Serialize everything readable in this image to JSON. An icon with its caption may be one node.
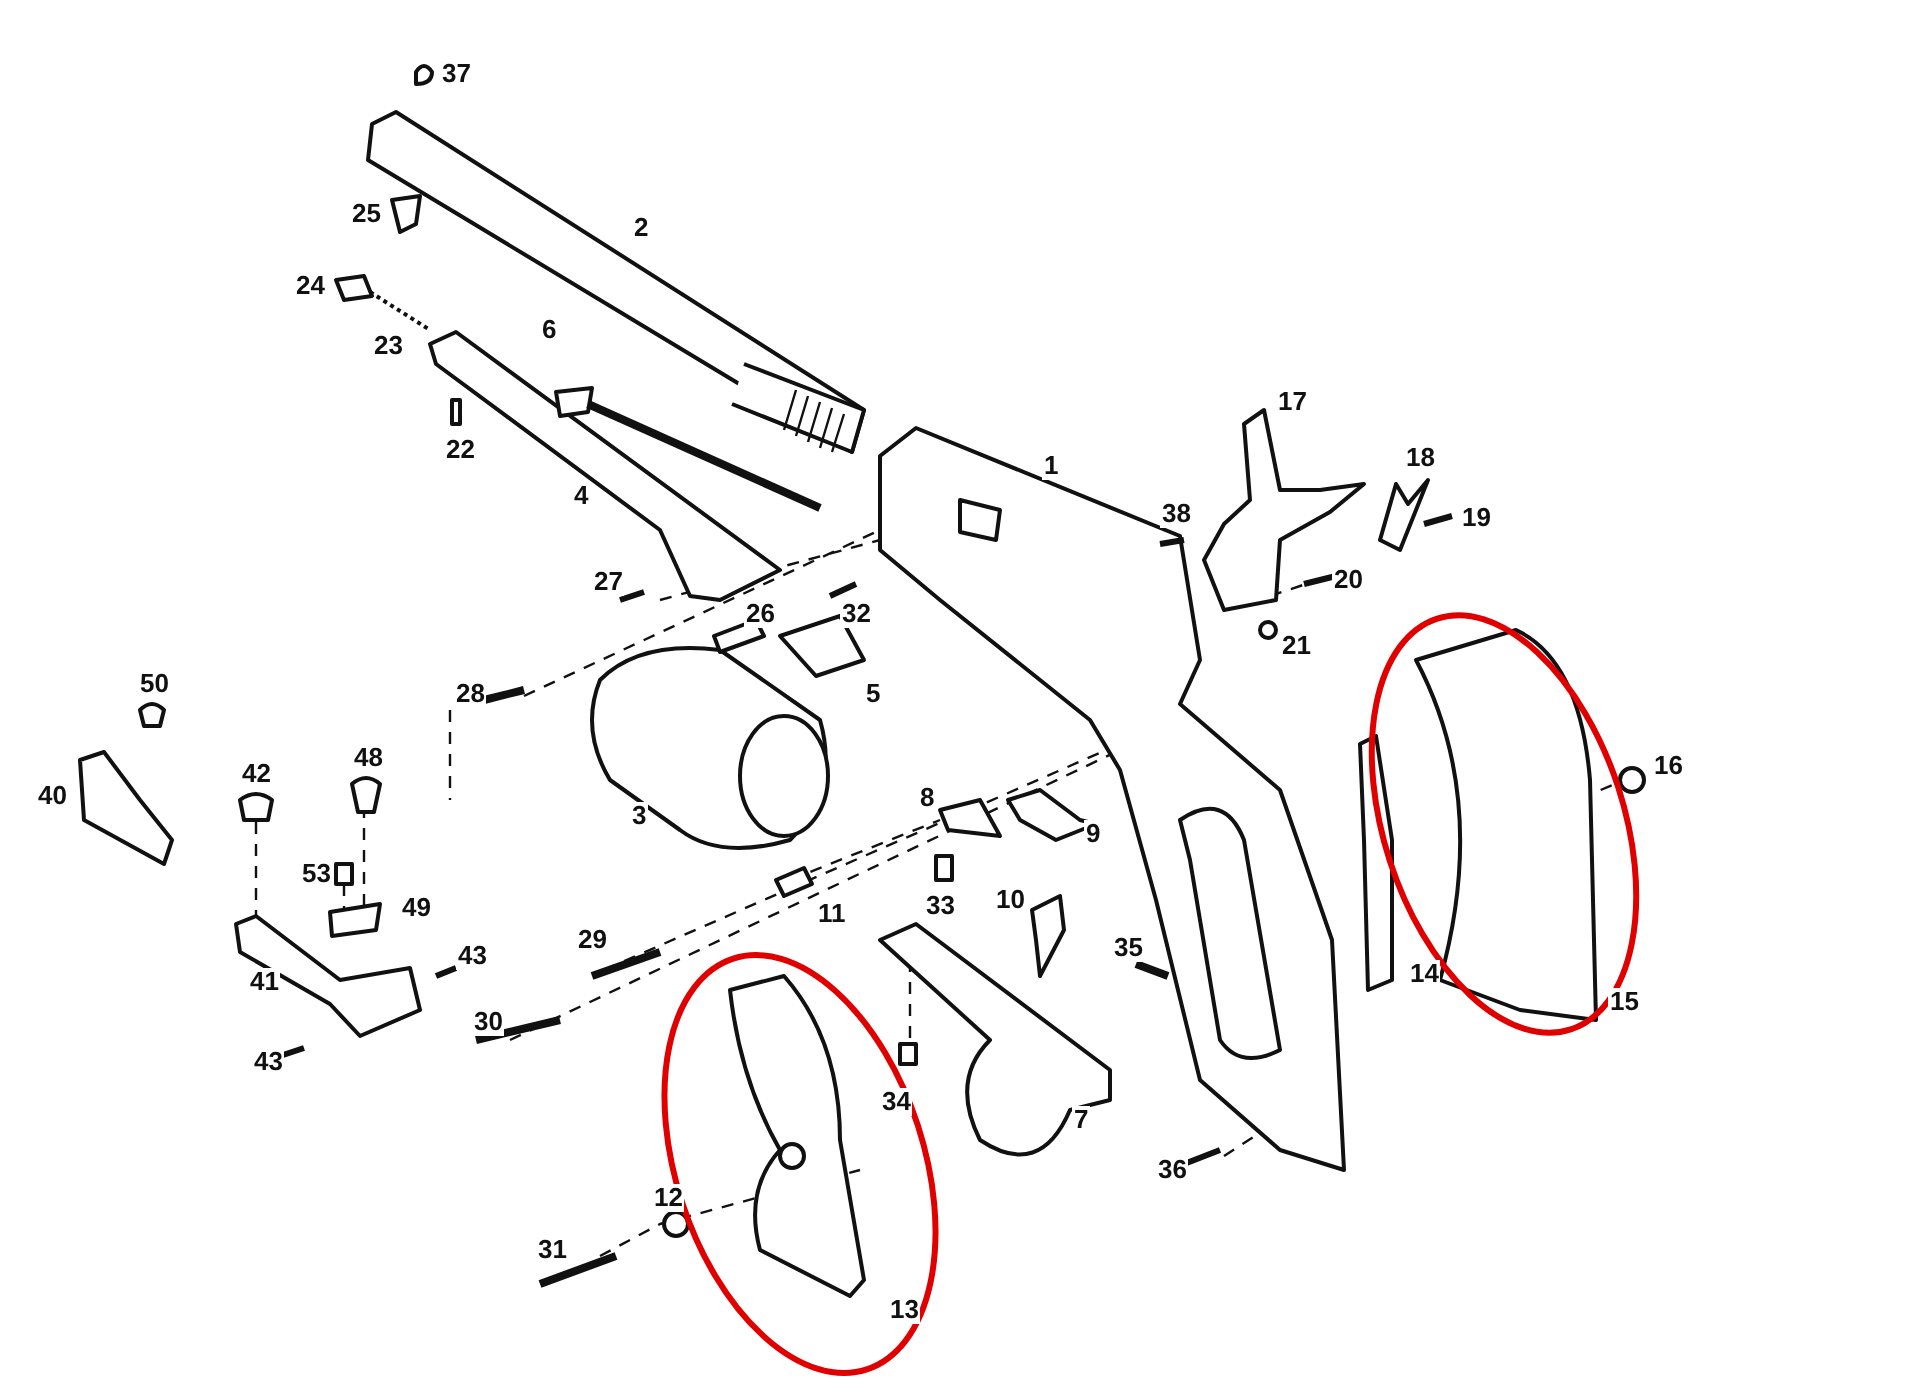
{
  "diagram": {
    "labels": [
      "37",
      "25",
      "2",
      "24",
      "6",
      "23",
      "22",
      "17",
      "18",
      "1",
      "4",
      "19",
      "38",
      "20",
      "27",
      "26",
      "32",
      "21",
      "50",
      "28",
      "5",
      "16",
      "48",
      "42",
      "40",
      "8",
      "3",
      "9",
      "53",
      "33",
      "10",
      "49",
      "11",
      "29",
      "35",
      "43",
      "14",
      "15",
      "41",
      "30",
      "43",
      "34",
      "7",
      "36",
      "12",
      "31",
      "13"
    ]
  }
}
